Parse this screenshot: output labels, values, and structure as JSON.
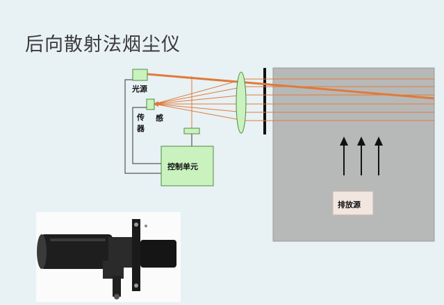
{
  "title": "后向散射法烟尘仪",
  "labels": {
    "light_source": "光源",
    "sensor_left": "传",
    "sensor_right": "感",
    "sensor_bottom": "器",
    "control_unit": "控制单元",
    "emission_source": "排放源"
  },
  "colors": {
    "background": "#e8f1f4",
    "box_fill": "#c9f2bf",
    "box_stroke": "#4f8a3f",
    "beam": "#e07a3a",
    "stack": "#b7b9b8",
    "emission_box": "#f2e6e0",
    "photo_bg": "#fbfbfb"
  }
}
